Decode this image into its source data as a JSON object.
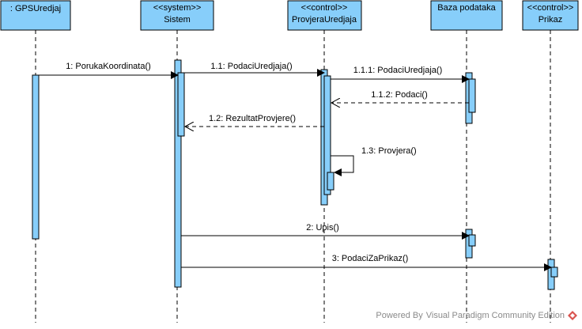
{
  "colors": {
    "header_fill": "#87CEFA",
    "activation_fill": "#87CEFA",
    "line": "#000000",
    "watermark": "#8a8a8a",
    "logo": "#d9534f"
  },
  "lifelines": [
    {
      "id": "gps",
      "stereotype": "",
      "name": ": GPSUredjaj"
    },
    {
      "id": "sistem",
      "stereotype": "<<system>>",
      "name": "Sistem"
    },
    {
      "id": "provjera",
      "stereotype": "<<control>>",
      "name": "ProvjeraUredjaja"
    },
    {
      "id": "baza",
      "stereotype": "",
      "name": "Baza podataka"
    },
    {
      "id": "prikaz",
      "stereotype": "<<control>>",
      "name": "Prikaz"
    }
  ],
  "messages": [
    {
      "label": "1: PorukaKoordinata()",
      "kind": "sync"
    },
    {
      "label": "1.1: PodaciUredjaja()",
      "kind": "sync"
    },
    {
      "label": "1.1.1: PodaciUredjaja()",
      "kind": "sync"
    },
    {
      "label": "1.1.2: Podaci()",
      "kind": "return"
    },
    {
      "label": "1.2: RezultatProvjere()",
      "kind": "return"
    },
    {
      "label": "1.3: Provjera()",
      "kind": "self"
    },
    {
      "label": "2: Upis()",
      "kind": "sync"
    },
    {
      "label": "3: PodaciZaPrikaz()",
      "kind": "sync"
    }
  ],
  "watermark": {
    "prefix": "Powered By",
    "product": "Visual Paradigm Community Edition",
    "logo_icon": "visual-paradigm-logo-icon"
  }
}
